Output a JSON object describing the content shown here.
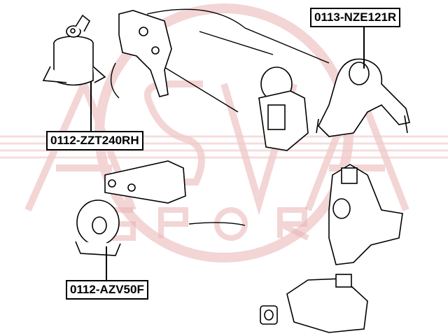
{
  "watermark": {
    "logo_text": "ASVA",
    "sub_text": "SPORT",
    "color": "#e8b4b4"
  },
  "labels": [
    {
      "id": "zzt",
      "text": "0112-ZZT240RH"
    },
    {
      "id": "nze",
      "text": "0113-NZE121R"
    },
    {
      "id": "azv",
      "text": "0112-AZV50F"
    }
  ],
  "colors": {
    "line": "#000000",
    "background": "#ffffff"
  }
}
